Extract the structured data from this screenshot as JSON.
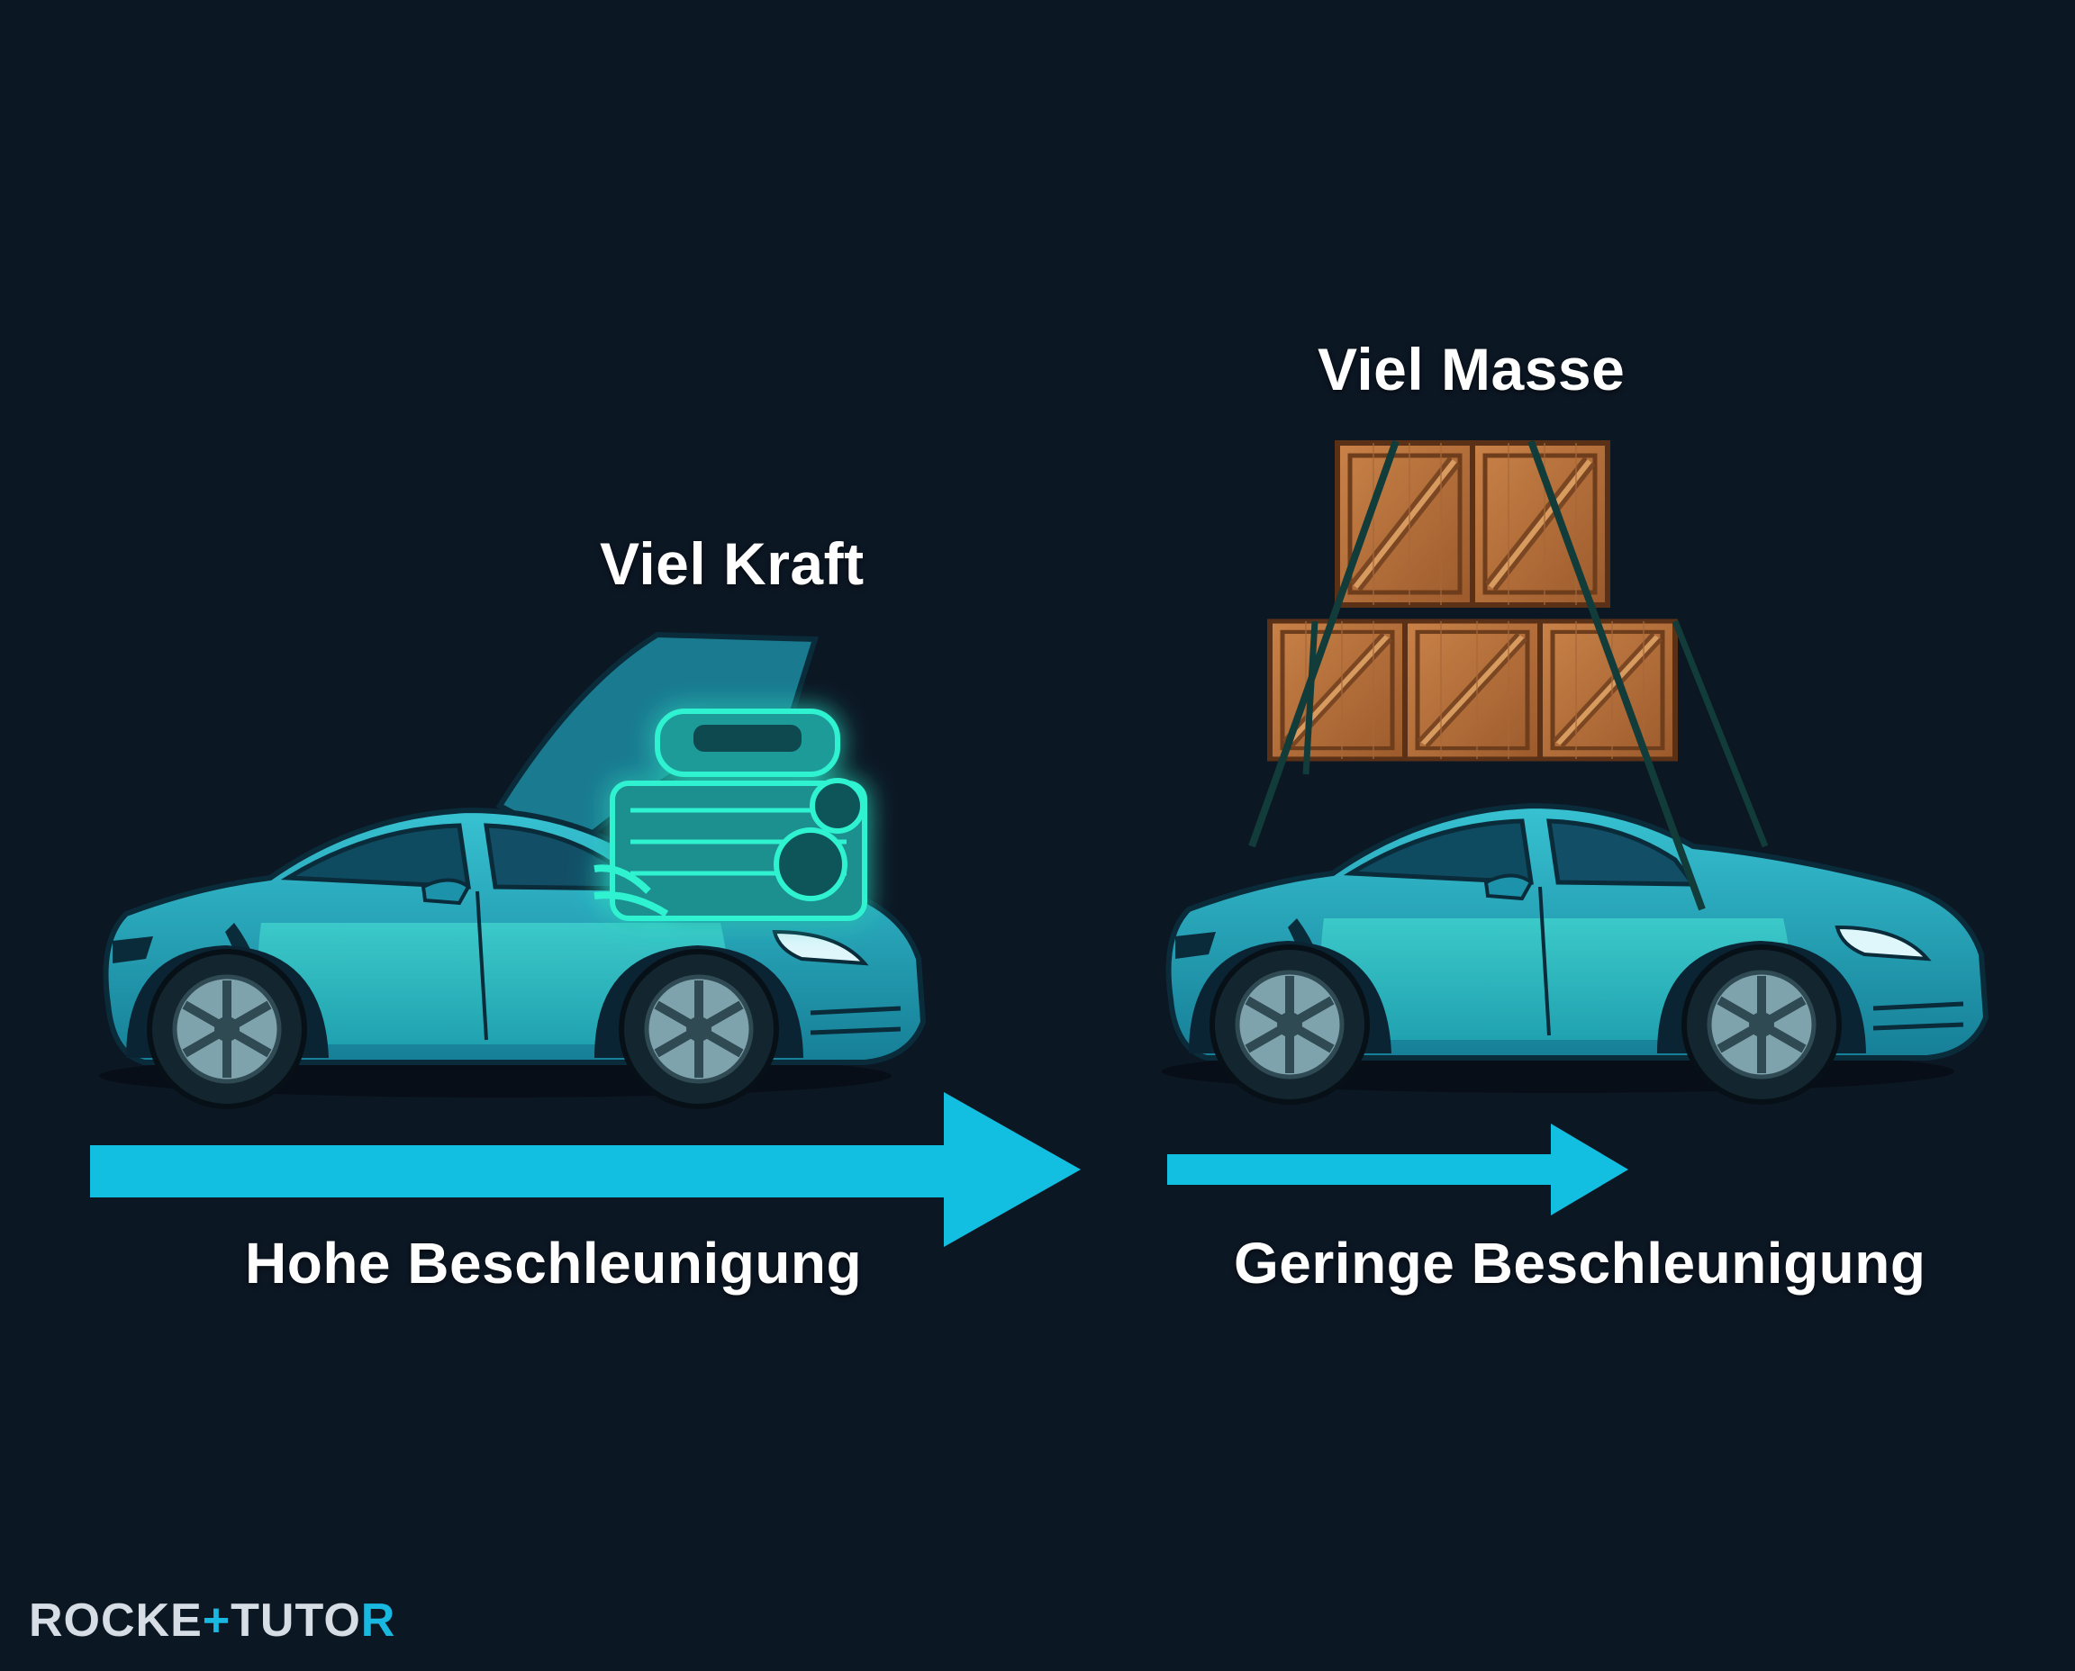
{
  "labels": {
    "force": "Viel Kraft",
    "mass": "Viel Masse",
    "high_accel": "Hohe Beschleunigung",
    "low_accel": "Geringe Beschleunigung"
  },
  "logo": {
    "part1": "ROCKE",
    "part2": "+",
    "part3": "TUTO",
    "part4": "R"
  },
  "colors": {
    "background": "#0c1724",
    "car_body": "#1fa6bd",
    "car_light": "#3ccfd3",
    "arrow": "#13bfe0",
    "engine_glow": "#2ef2d0",
    "crate": "#b8703a"
  },
  "icons": {
    "car": "sports-car-icon",
    "engine": "engine-icon",
    "crates": "wooden-crates-icon",
    "arrow": "right-arrow-icon"
  }
}
